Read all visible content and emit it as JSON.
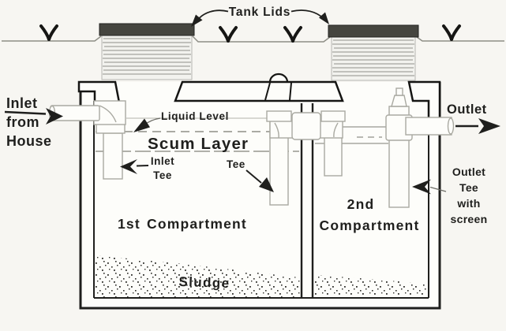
{
  "diagram": {
    "type": "septic-tank-cross-section",
    "labels": {
      "tank_lids": "Tank Lids",
      "inlet_from_house": {
        "line1": "Inlet",
        "line2": "from",
        "line3": "House"
      },
      "liquid_level": "Liquid Level",
      "scum_layer": "Scum Layer",
      "inlet_tee": {
        "line1": "Inlet",
        "line2": "Tee"
      },
      "tee": "Tee",
      "first_compartment": {
        "word1": "1st",
        "word2": "Compartment"
      },
      "second_compartment": {
        "line1": "2nd",
        "line2": "Compartment"
      },
      "sludge": "Sludge",
      "outlet": "Outlet",
      "outlet_tee_with_screen": {
        "line1": "Outlet",
        "line2": "Tee",
        "line3": "with",
        "line4": "screen"
      }
    },
    "colors": {
      "ink": "#1f1f1d",
      "pipe_outline": "#a9a9a1",
      "lid_cap": "#45453f",
      "paper": "#f7f6f2",
      "tank_interior": "#fdfdfa",
      "ground_line": "#8e8e86",
      "scum_line": "#97978f"
    }
  }
}
